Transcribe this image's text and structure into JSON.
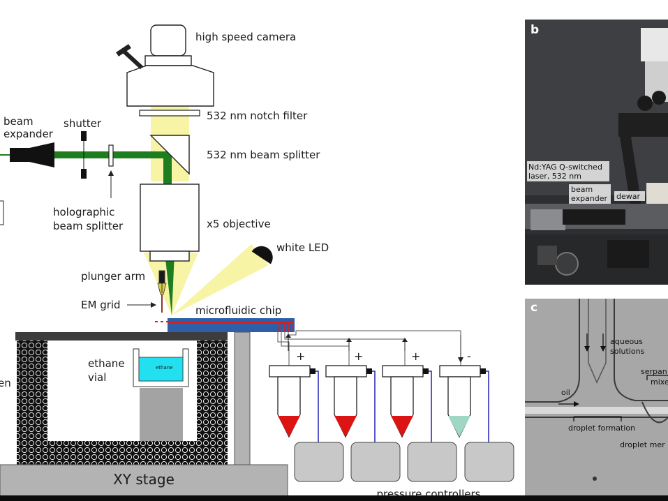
{
  "schematic": {
    "camera": "high speed camera",
    "notch_filter": "532 nm notch filter",
    "beam_splitter": "532 nm beam splitter",
    "beam_expander": "beam\nexpander",
    "shutter": "shutter",
    "holographic": "holographic\nbeam splitter",
    "objective": "x5 objective",
    "white_led": "white LED",
    "plunger_arm": "plunger arm",
    "em_grid": "EM grid",
    "microfluidic_chip": "microfluidic chip",
    "ethane_vial": "ethane\nvial",
    "ethane_small": "ethane",
    "nitrogen_partial": "en",
    "xy_stage": "XY stage",
    "pressure_controllers": "pressure controllers",
    "signs": [
      "+",
      "+",
      "+",
      "-"
    ]
  },
  "panel_b": {
    "letter": "b",
    "laser": "Nd:YAG Q-switched\nlaser, 532 nm",
    "beam_expander": "beam\nexpander",
    "dewar": "dewar"
  },
  "panel_c": {
    "letter": "c",
    "aqueous": "aqueous\nsolutions",
    "oil": "oil",
    "serpentine": "serpan",
    "mixer": "mixe",
    "droplet_formation": "droplet formation",
    "droplet_merging": "droplet mer"
  },
  "colors": {
    "beam_green": "#1e7d1e",
    "light_yellow": "#f7f4a6",
    "chip_blue": "#2e5ea8",
    "chip_red": "#d42020",
    "liquid_red": "#dd1414",
    "liquid_teal": "#9fd6c4",
    "ethane_cyan": "#22e0f0",
    "controller_grey": "#c8c8c8",
    "stage_grey": "#b3b3b3",
    "photo_b_bg": "#3d3f42",
    "photo_c_bg": "#a7a7a7"
  }
}
